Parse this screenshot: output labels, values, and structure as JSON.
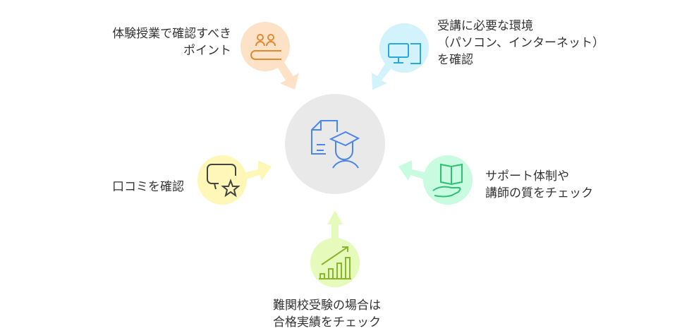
{
  "center": {
    "icon": "student-document-icon",
    "color": "#e9e9e9"
  },
  "nodes": [
    {
      "id": "trial",
      "lines": [
        "体験授業で確認すべき",
        "ポイント"
      ],
      "icon": "class-audience-icon",
      "fill": "#fde2c8",
      "stroke": "#e08a35"
    },
    {
      "id": "environment",
      "lines": [
        "受講に必要な環境",
        "（パソコン、インターネット）",
        "を確認"
      ],
      "icon": "computer-icon",
      "fill": "#d2f2fc",
      "stroke": "#2aa8dc"
    },
    {
      "id": "reviews",
      "lines": [
        "口コミを確認"
      ],
      "icon": "review-star-icon",
      "fill": "#fff7b8",
      "stroke": "#444444"
    },
    {
      "id": "support",
      "lines": [
        "サポート体制や",
        "講師の質をチェック"
      ],
      "icon": "book-hand-icon",
      "fill": "#c8fbe0",
      "stroke": "#2fbf74"
    },
    {
      "id": "results",
      "lines": [
        "難関校受験の場合は",
        "合格実績をチェック"
      ],
      "icon": "growth-chart-icon",
      "fill": "#e6fbbb",
      "stroke": "#8ab62c"
    }
  ]
}
